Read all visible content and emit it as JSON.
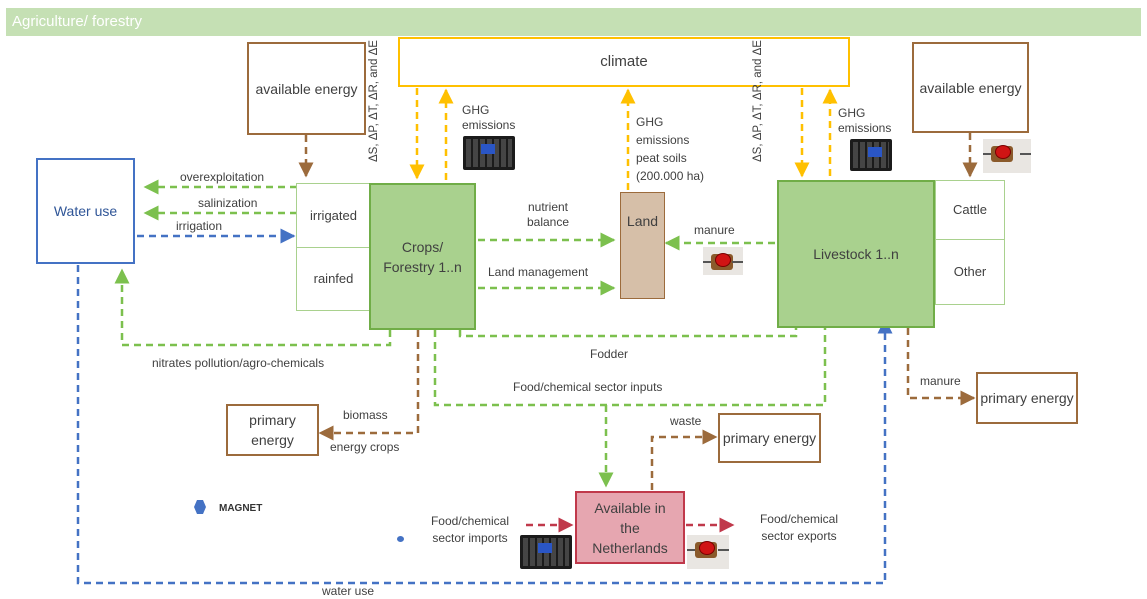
{
  "header": {
    "title": "Agriculture/ forestry"
  },
  "boxes": {
    "climate": "climate",
    "energy_left": "available energy",
    "energy_right": "available energy",
    "water_use": "Water use",
    "irrigated": "irrigated",
    "rainfed": "rainfed",
    "crops": "Crops/ Forestry 1..n",
    "land": "Land",
    "livestock": "Livestock 1..n",
    "cattle": "Cattle",
    "other": "Other",
    "primary_energy_left": "primary energy",
    "primary_energy_mid": "primary energy",
    "primary_energy_right": "primary energy",
    "netherlands": "Available in the Netherlands"
  },
  "labels": {
    "overexploitation": "overexploitation",
    "salinization": "salinization",
    "irrigation": "irrigation",
    "delta_left": "ΔS, ΔP, ΔT, ΔR, and ΔE",
    "delta_right": "ΔS, ΔP, ΔT, ΔR, and ΔE",
    "ghg_left": "GHG emissions",
    "ghg_mid": "GHG emissions peat soils (200.000 ha)",
    "ghg_right": "GHG emissions",
    "nutrient_balance": "nutrient balance",
    "land_management": "Land management",
    "manure_land": "manure",
    "nitrates": "nitrates pollution/agro-chemicals",
    "fodder": "Fodder",
    "food_inputs": "Food/chemical sector inputs",
    "biomass": "biomass",
    "energy_crops": "energy crops",
    "waste": "waste",
    "manure_energy": "manure",
    "magnet": "MAGNET",
    "imports": "Food/chemical sector imports",
    "exports": "Food/chemical sector exports",
    "water_use_line": "water use"
  },
  "colors": {
    "header_bg": "#c5e0b4",
    "green": "#70ad47",
    "green_fill": "#a9d18e",
    "blue": "#4472c4",
    "brown": "#9c6b3c",
    "yellow": "#ffc000",
    "land_fill": "#d6bfa8",
    "nl_fill": "#e6a6b0",
    "nl_border": "#c0394b",
    "red_dash": "#c0394b"
  },
  "icons": {
    "magnet_marker": "hexagon-marker",
    "keyboard": "keyboard-icon",
    "red_button": "red-button-icon"
  }
}
